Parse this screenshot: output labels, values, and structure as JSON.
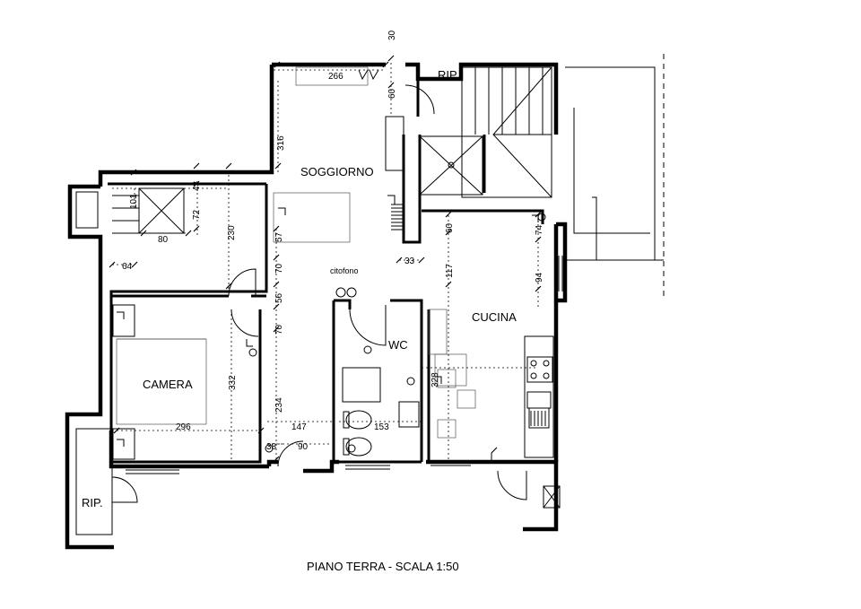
{
  "rooms": {
    "soggiorno": "SOGGIORNO",
    "camera": "CAMERA",
    "cucina": "CUCINA",
    "wc": "WC",
    "rip_top": "RIP.",
    "rip_bottom": "RIP."
  },
  "labels": {
    "citofono": "citofono"
  },
  "dimensions": {
    "d30": "30",
    "d266": "266",
    "d60_top": "60",
    "d316": "316",
    "d101": "101",
    "d43": "43",
    "d72": "72",
    "d80": "80",
    "d230": "230",
    "d64": "64",
    "d57": "57",
    "d70_a": "70",
    "d56": "56",
    "d70_b": "70",
    "d60_mid": "60",
    "d74": "74",
    "d33": "33",
    "d117": "117",
    "d94": "94",
    "d332": "332",
    "d296": "296",
    "d234": "234",
    "d147": "147",
    "d153": "153",
    "d38": "38",
    "d90": "90",
    "d328": "328"
  },
  "caption": "PIANO TERRA - SCALA 1:50"
}
